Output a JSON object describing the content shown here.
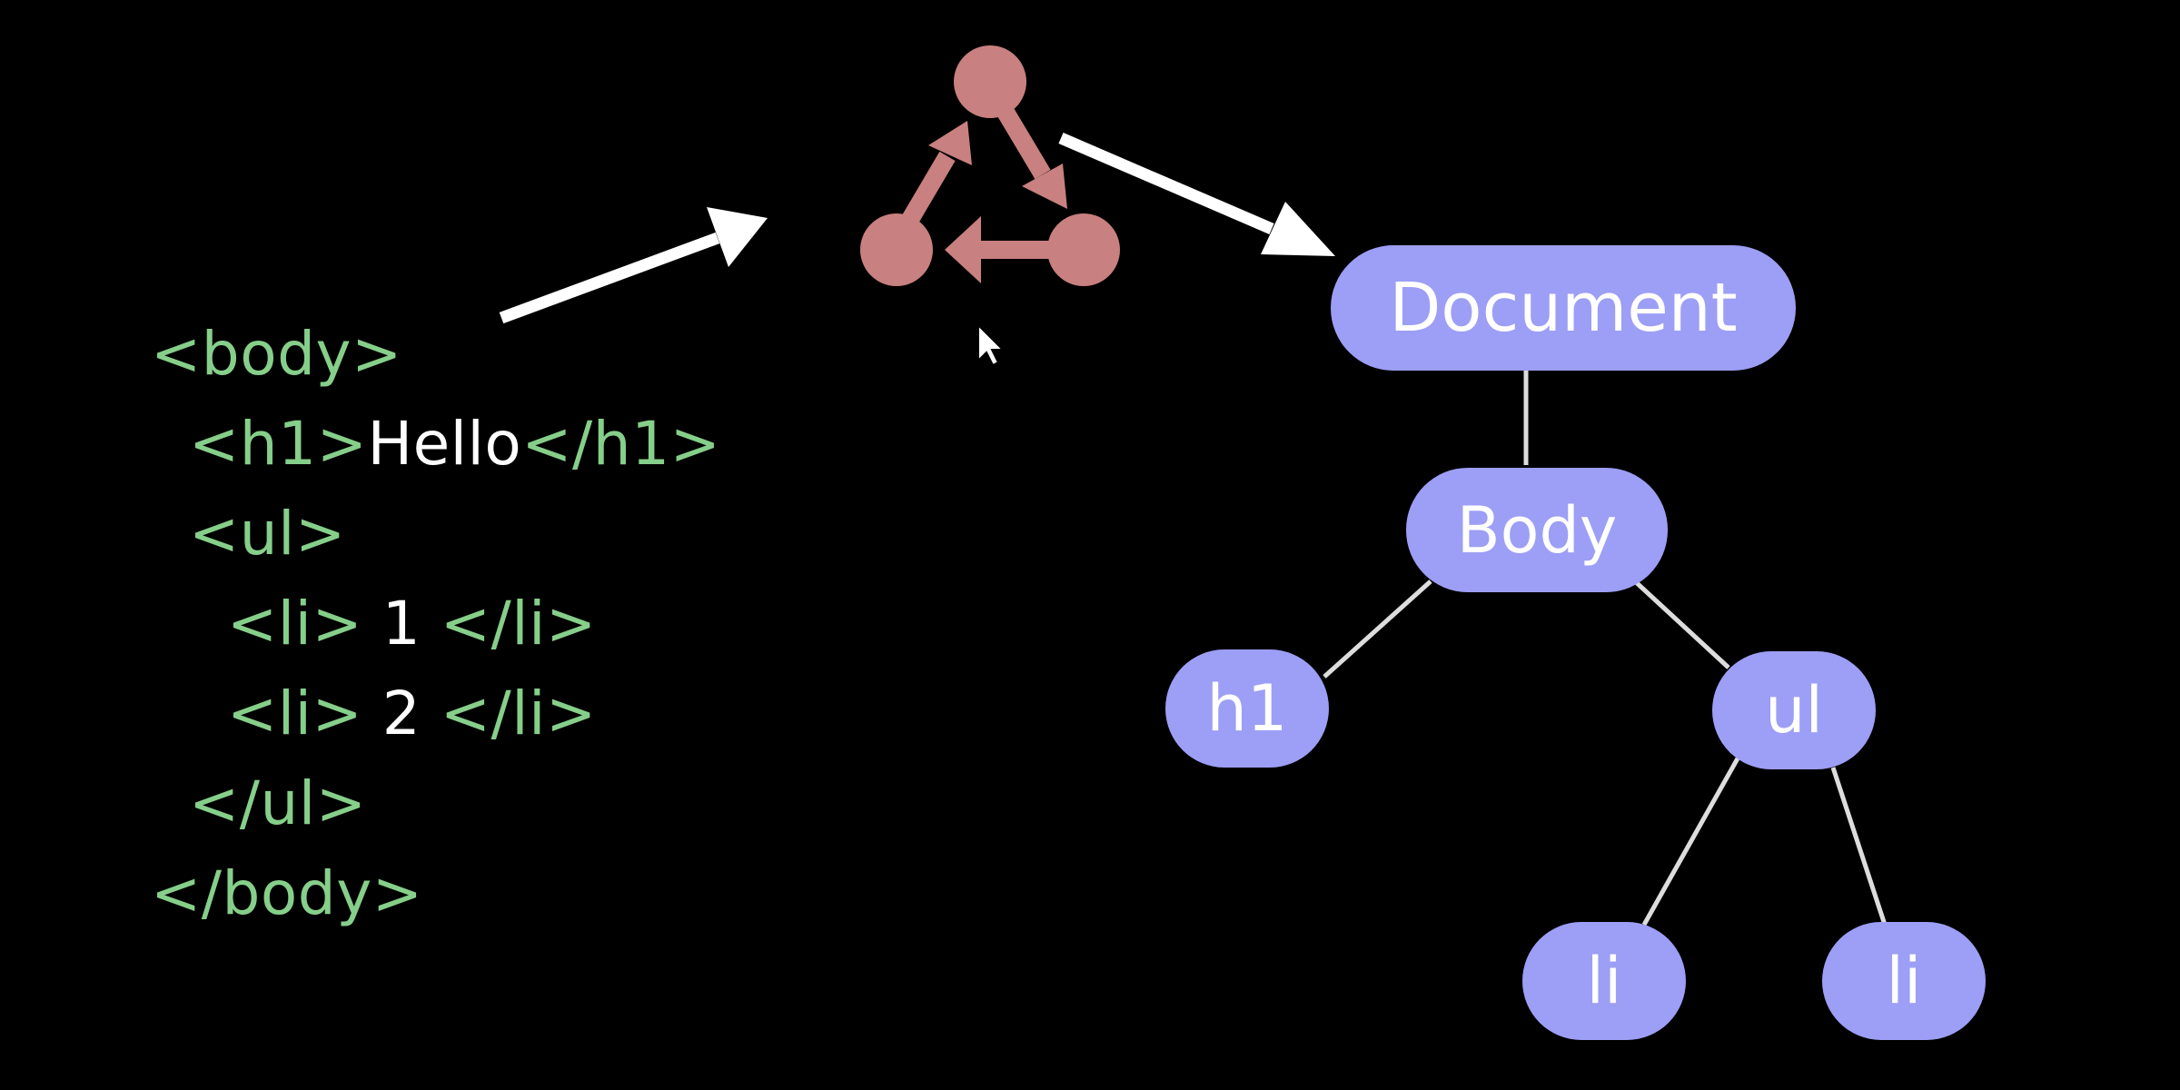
{
  "code": {
    "lines": [
      {
        "parts": [
          {
            "type": "tag",
            "text": "<body>"
          }
        ]
      },
      {
        "parts": [
          {
            "type": "tag",
            "text": "<h1>"
          },
          {
            "type": "txt",
            "text": "Hello"
          },
          {
            "type": "tag",
            "text": "</h1>"
          }
        ]
      },
      {
        "parts": [
          {
            "type": "tag",
            "text": "<ul>"
          }
        ]
      },
      {
        "parts": [
          {
            "type": "tag",
            "text": "<li>"
          },
          {
            "type": "txt",
            "text": " 1 "
          },
          {
            "type": "tag",
            "text": "</li>"
          }
        ]
      },
      {
        "parts": [
          {
            "type": "tag",
            "text": "<li>"
          },
          {
            "type": "txt",
            "text": " 2 "
          },
          {
            "type": "tag",
            "text": "</li>"
          }
        ]
      },
      {
        "parts": [
          {
            "type": "tag",
            "text": "</ul>"
          }
        ]
      },
      {
        "parts": [
          {
            "type": "tag",
            "text": "</body>"
          }
        ]
      }
    ]
  },
  "tree": {
    "document": "Document",
    "body": "Body",
    "h1": "h1",
    "ul": "ul",
    "li_1": "li",
    "li_2": "li"
  },
  "colors": {
    "tag": "#86cf8a",
    "text": "#ffffff",
    "node_fill": "#9d9ef5",
    "parser_icon": "#c98080",
    "arrow": "#ffffff",
    "edge": "#dddddd"
  },
  "icons": {
    "parser": "cycle-triangle-icon",
    "cursor": "mouse-pointer-icon"
  }
}
